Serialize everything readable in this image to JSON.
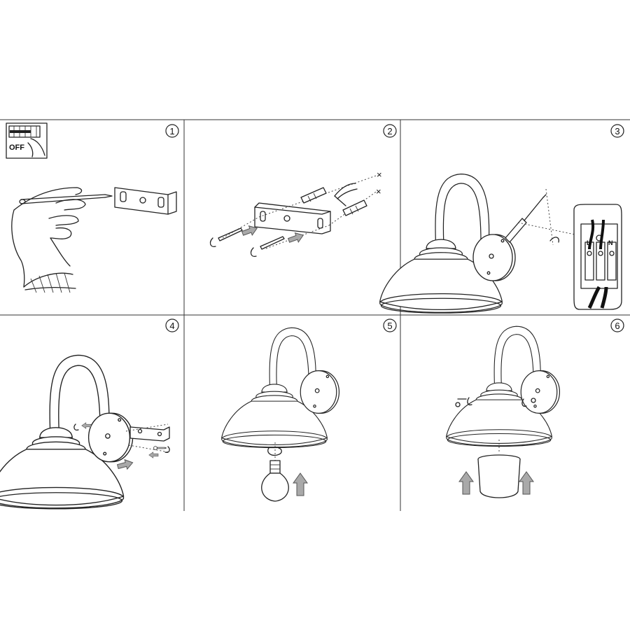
{
  "steps": [
    {
      "number": "1",
      "title_icon": "switch-off-icon",
      "switch_label": "OFF"
    },
    {
      "number": "2"
    },
    {
      "number": "3",
      "terminal_labels": [
        "L",
        "N"
      ]
    },
    {
      "number": "4"
    },
    {
      "number": "5"
    },
    {
      "number": "6"
    }
  ]
}
